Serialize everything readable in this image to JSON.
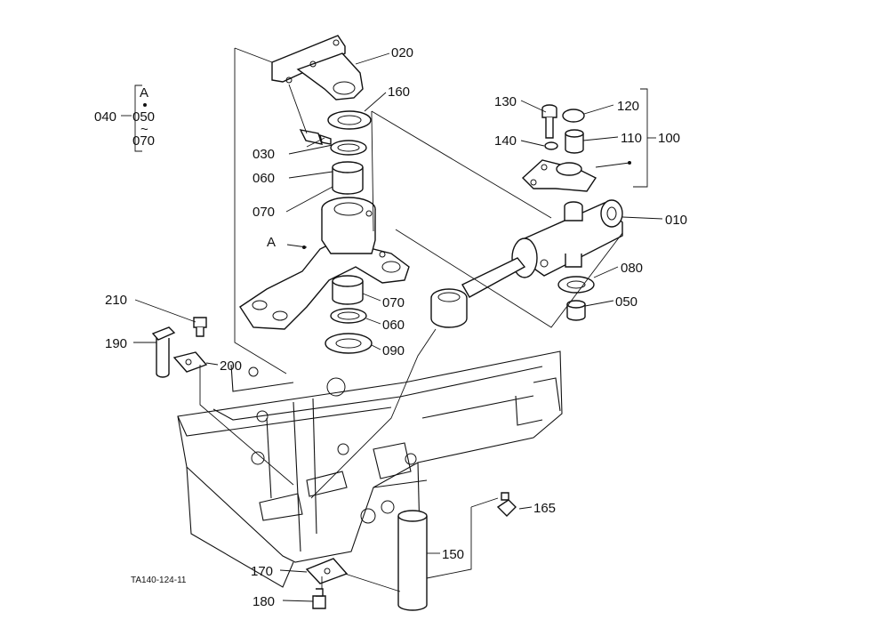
{
  "labels": {
    "p010": "010",
    "p020": "020",
    "p030": "030",
    "p040": "040",
    "p050_group": "050",
    "p050": "050",
    "p060_top": "060",
    "p060_bottom": "060",
    "p070_group": "070",
    "p070_top": "070",
    "p070_bottom": "070",
    "p080": "080",
    "p090": "090",
    "p100": "100",
    "p110": "110",
    "p120": "120",
    "p130": "130",
    "p140": "140",
    "p150": "150",
    "p160": "160",
    "p165": "165",
    "p170": "170",
    "p180": "180",
    "p190": "190",
    "p200": "200",
    "p210": "210",
    "marker_a_group": "A",
    "marker_a_part": "A",
    "tilde": "~"
  },
  "reference_code": "TA140-124-11"
}
